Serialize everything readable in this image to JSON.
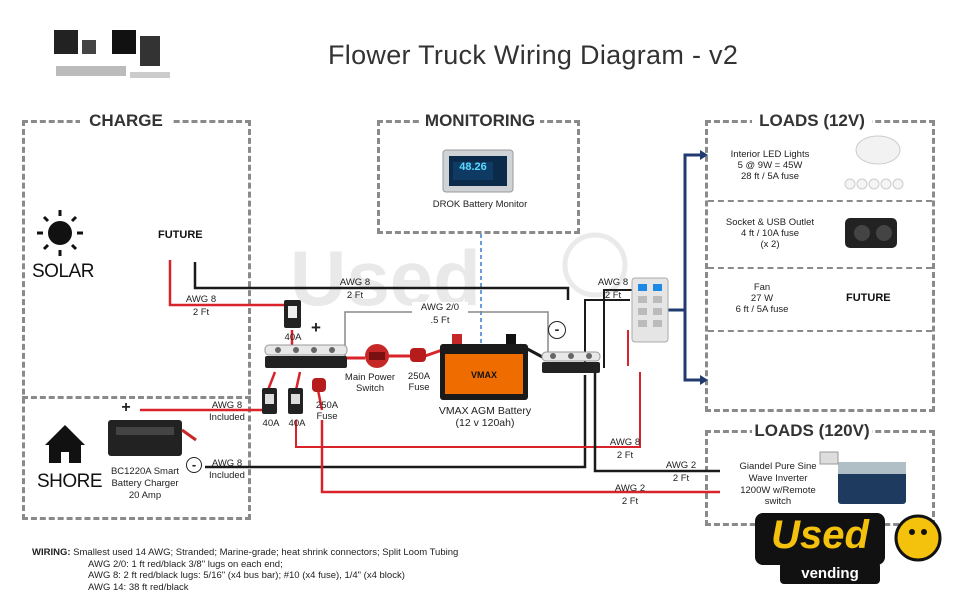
{
  "title": "Flower Truck Wiring Diagram - v2",
  "sections": {
    "charge": "CHARGE",
    "monitoring": "MONITORING",
    "loads12": "LOADS (12V)",
    "loads120": "LOADS (120V)"
  },
  "solar": {
    "label": "SOLAR",
    "future": "FUTURE"
  },
  "shore": {
    "label": "SHORE"
  },
  "monitor": {
    "label": "DROK Battery Monitor",
    "display_value": "48.26"
  },
  "battery": {
    "name": "VMAX AGM Battery",
    "spec": "(12 v 120ah)"
  },
  "main_switch": {
    "line1": "Main Power",
    "line2": "Switch"
  },
  "fuse_main": {
    "line1": "250A",
    "line2": "Fuse"
  },
  "fuse_charge": {
    "line1": "250A",
    "line2": "Fuse"
  },
  "breakers": {
    "b1": "40A",
    "b2": "40A",
    "b3": "40A"
  },
  "charger": {
    "line1": "BC1220A Smart",
    "line2": "Battery Charger",
    "line3": "20 Amp"
  },
  "wires": {
    "solar_pos": {
      "gauge": "AWG 8",
      "length": "2 Ft"
    },
    "solar_neg": {
      "gauge": "AWG 8",
      "length": "2 Ft"
    },
    "bus_link": {
      "gauge": "AWG 2/0",
      "length": ".5 Ft"
    },
    "fuse_block": {
      "gauge": "AWG 8",
      "length": "2 Ft"
    },
    "charger_pos": {
      "gauge": "AWG 8",
      "length": "Included"
    },
    "charger_neg": {
      "gauge": "AWG 8",
      "length": "Included"
    },
    "inverter_feed1": {
      "gauge": "AWG 8",
      "length": "2 Ft"
    },
    "inverter_neg": {
      "gauge": "AWG 2",
      "length": "2 Ft"
    },
    "inverter_pos": {
      "gauge": "AWG 2",
      "length": "2 Ft"
    }
  },
  "polarity": {
    "plus": "+",
    "minus": "-"
  },
  "loads": [
    {
      "line1": "Interior LED Lights",
      "line2": "5 @ 9W = 45W",
      "line3": "28 ft / 5A fuse"
    },
    {
      "line1": "Socket & USB Outlet",
      "line2": "4 ft / 10A fuse",
      "line3": "(x 2)"
    },
    {
      "line1": "Fan",
      "line2": "27 W",
      "line3": "6 ft / 5A fuse",
      "status": "FUTURE"
    }
  ],
  "inverter": {
    "line1": "Giandel Pure Sine",
    "line2": "Wave Inverter",
    "line3": "1200W w/Remote",
    "line4": "switch"
  },
  "notes": {
    "head": "WIRING:",
    "line1": "Smallest used 14 AWG; Stranded; Marine-grade; heat shrink connectors; Split Loom Tubing",
    "line2": "AWG 2/0: 1 ft red/black 3/8\" lugs on each end;",
    "line3": "AWG 8: 2 ft red/black  lugs: 5/16\" (x4 bus bar); #10 (x4 fuse), 1/4\" (x4 block)",
    "line4": "AWG 14: 38 ft red/black"
  },
  "logo": {
    "text1": "Used",
    "text2": "vending"
  },
  "colors": {
    "positive": "#d8232a",
    "negative": "#1a1a1a",
    "load_bus": "#1f3b70",
    "dashed": "#8a8a8a"
  }
}
